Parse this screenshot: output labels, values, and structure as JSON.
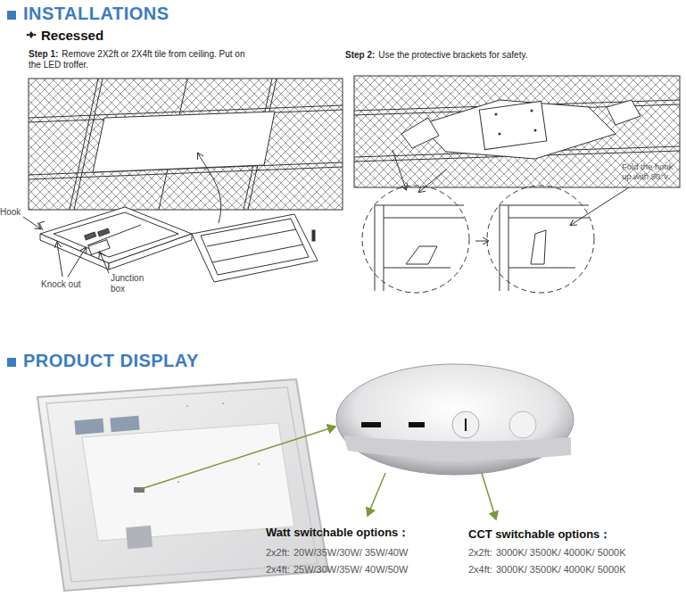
{
  "diagram": {
    "labels": [
      "INSTALLATIONS",
      "Recessed",
      "Step 1:",
      "Remove 2X2ft or 2X4ft tile from ceiling. Put on the LED troffer.",
      "Step 2:",
      "Use the protective brackets for safety.",
      "Hook",
      "Knock out",
      "Junction box",
      "Fold the hook up with 90°v",
      "PRODUCT DISPLAY",
      "Watt switchable options：",
      "2x2ft:",
      "20W/35W/30W/ 35W/40W",
      "2x4ft:",
      "25W/30W/35W/ 40W/50W",
      "CCT switchable options：",
      "2x2ft:",
      "3000K/ 3500K/ 4000K/ 5000K",
      "2x4ft:",
      "3000K/ 3500K/ 4000K/ 5000K"
    ]
  }
}
